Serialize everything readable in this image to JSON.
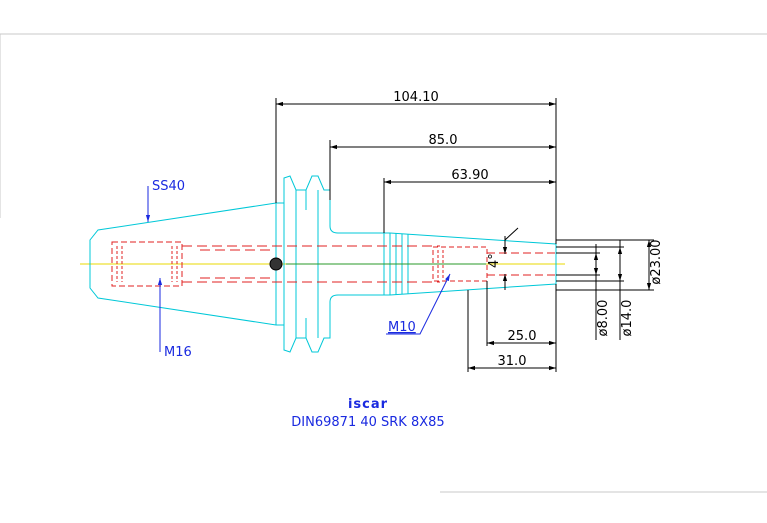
{
  "colors": {
    "outline": "#00c8d8",
    "hidden": "#e02020",
    "center": "#e8d800",
    "dimension": "#000000",
    "label": "#1a2ae0",
    "frame": "#c8c8c8",
    "logo": "#1a2ae0"
  },
  "dimensions": {
    "overall": "104.10",
    "shank": "85.0",
    "taper": "63.90",
    "bore_depth": "31.0",
    "thread_depth": "25.0",
    "dia_inner": "ø8.00",
    "dia_mid": "ø14.0",
    "dia_outer": "ø23.00",
    "taper_angle": "4°"
  },
  "labels": {
    "ss40": "SS40",
    "m16": "M16",
    "m10": "M10"
  },
  "title_block": {
    "brand": "iscar",
    "designation": "DIN69871  40  SRK  8X85"
  }
}
